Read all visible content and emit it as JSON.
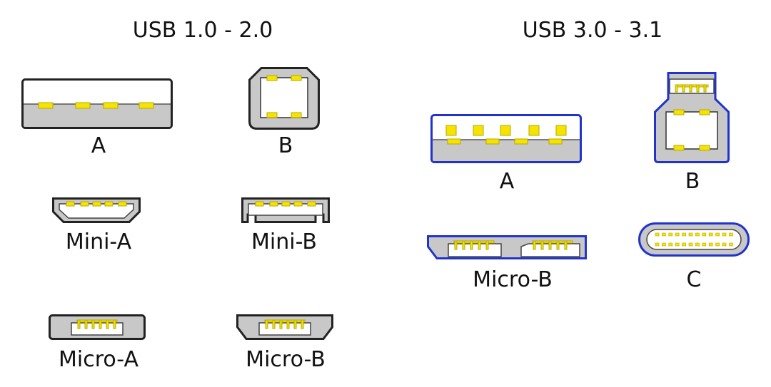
{
  "groups": [
    {
      "heading": "USB 1.0 - 2.0",
      "connectors": [
        {
          "label": "A"
        },
        {
          "label": "B"
        },
        {
          "label": "Mini-A"
        },
        {
          "label": "Mini-B"
        },
        {
          "label": "Micro-A"
        },
        {
          "label": "Micro-B"
        }
      ]
    },
    {
      "heading": "USB 3.0 - 3.1",
      "connectors": [
        {
          "label": "A"
        },
        {
          "label": "B"
        },
        {
          "label": "Micro-B"
        },
        {
          "label": "C"
        }
      ]
    }
  ],
  "colors": {
    "usb2_outline": "#222222",
    "usb3_outline": "#2233cc",
    "body_fill": "#c8c8c8",
    "cavity_fill": "#ffffff",
    "pin_fill": "#f5e400",
    "pin_stroke": "#b8a800"
  }
}
